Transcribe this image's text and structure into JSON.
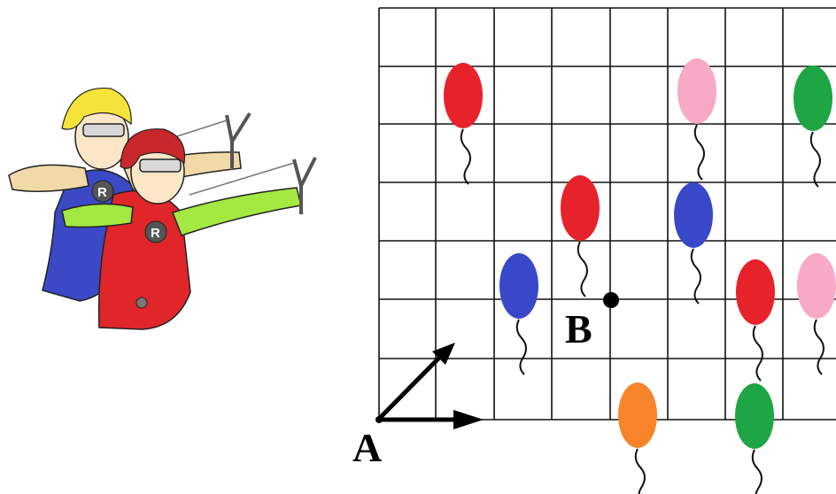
{
  "labels": {
    "a": "A",
    "b": "B"
  },
  "heroes": [
    {
      "name": "hero-blue",
      "hair": "#f6e33a",
      "suit": "#3b49c6",
      "arm": "#f1d9a8",
      "emblem": "R"
    },
    {
      "name": "hero-red",
      "hair": "#c8282a",
      "suit": "#e0262a",
      "arm": "#a4e842",
      "emblem": "R"
    }
  ],
  "balloons": [
    {
      "color": "red",
      "fill": "#e8222b"
    },
    {
      "color": "pink",
      "fill": "#f7a9c6"
    },
    {
      "color": "green",
      "fill": "#1ea544"
    },
    {
      "color": "red",
      "fill": "#e8222b"
    },
    {
      "color": "blue",
      "fill": "#3948c8"
    },
    {
      "color": "blue",
      "fill": "#3948c8"
    },
    {
      "color": "red",
      "fill": "#e8222b"
    },
    {
      "color": "pink",
      "fill": "#f7a9c6"
    },
    {
      "color": "orange",
      "fill": "#f7842a"
    },
    {
      "color": "green",
      "fill": "#1ea544"
    }
  ]
}
